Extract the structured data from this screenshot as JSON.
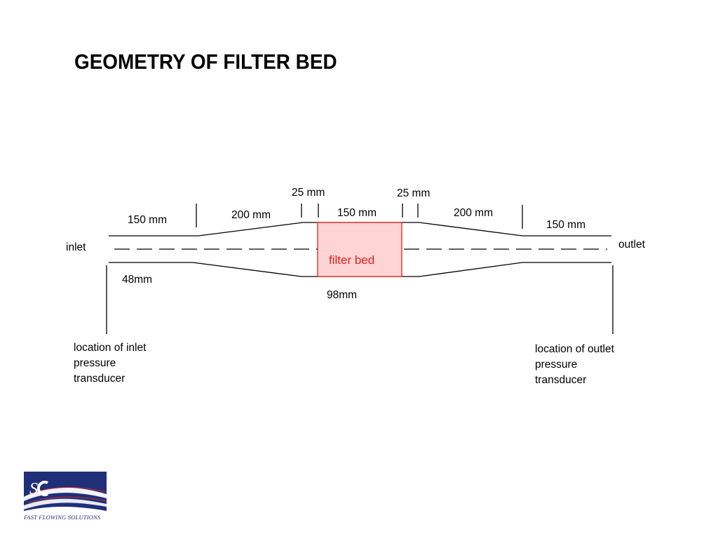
{
  "slide": {
    "title": "GEOMETRY OF FILTER BED"
  },
  "diagram": {
    "labels": {
      "inlet": "inlet",
      "outlet": "outlet",
      "filter_bed": "filter bed",
      "inlet_diameter": "48mm",
      "bed_diameter": "98mm",
      "inlet_straight": "150 mm",
      "inlet_taper": "200 mm",
      "inlet_gap": "25 mm",
      "bed_length": "150 mm",
      "outlet_gap": "25 mm",
      "outlet_taper": "200 mm",
      "outlet_straight": "150 mm"
    },
    "transducers": {
      "inlet": [
        "location of inlet",
        "pressure",
        "transducer"
      ],
      "outlet": [
        "location of outlet",
        "pressure",
        "transducer"
      ]
    },
    "colors": {
      "filter_fill": "#ffd4d4",
      "filter_stroke": "#e0201b",
      "filter_text": "#e0201b",
      "line": "#000000"
    }
  },
  "logo": {
    "caption": "FAST FLOWING SOLUTIONS",
    "colors": {
      "navy": "#1f2f78",
      "red": "#d12b2b"
    }
  }
}
